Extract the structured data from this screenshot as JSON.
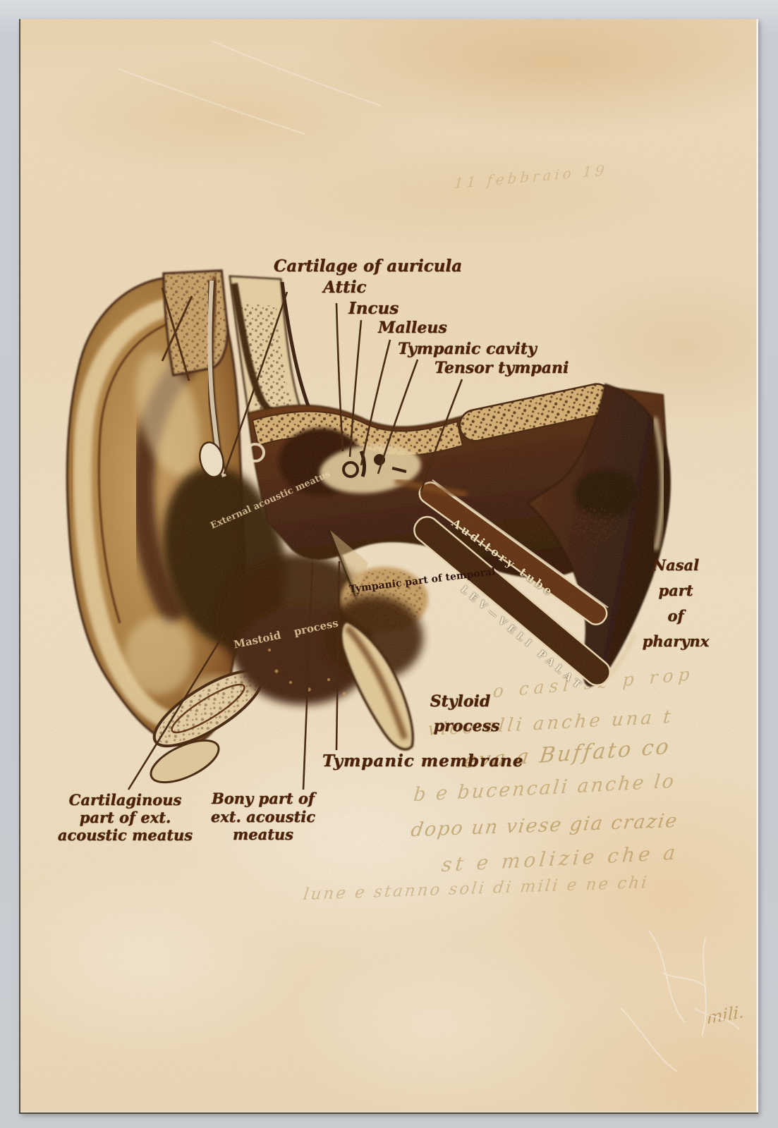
{
  "postcard": {
    "description": "Vintage sepia anatomical postcard: cross-section of the human ear over faded Italian handwriting",
    "paper_color": "#f2e2c6",
    "ink_color": "#4b2208",
    "handwriting_color": "#9c7327",
    "scan_background": "#c9cdd3"
  },
  "labels": {
    "cartilage": "Cartilage of auricula",
    "attic": "Attic",
    "incus": "Incus",
    "malleus": "Malleus",
    "tympanic_cavity": "Tympanic cavity",
    "tensor_tympani": "Tensor tympani",
    "nasal": {
      "lines": [
        "Nasal",
        "part",
        "of",
        "pharynx"
      ]
    },
    "styloid": {
      "lines": [
        "Styloid",
        "process"
      ]
    },
    "tympanic_membrane": "Tympanic membrane",
    "cartilaginous": {
      "lines": [
        "Cartilaginous",
        "part of ext.",
        "acoustic meatus"
      ]
    },
    "bony": {
      "lines": [
        "Bony part of",
        "ext. acoustic",
        "meatus"
      ]
    }
  },
  "drawing_text": {
    "external_meatus": {
      "lines": [
        "External",
        "acoustic",
        "meatus"
      ]
    },
    "mastoid": {
      "lines": [
        "Mastoid",
        "process"
      ]
    },
    "tympanic_part": {
      "lines": [
        "Tympanic",
        "part of",
        "temporal"
      ]
    },
    "auditory_tube": "Auditory tube",
    "lev_veli_palat": "LEV—VELI PALAT"
  },
  "handwriting": {
    "date_note": "11 febbraio 19",
    "line1": "o casl sz p rop",
    "line2": "vice elli anche una t",
    "line3": "eva a Buffato co",
    "line4": "b e bucencali anche lo",
    "line5": "dopo un viese gia crazie",
    "line6": "st e molizie che a",
    "line7": "lune e stanno soli di mili e ne chi",
    "signature": "mili."
  }
}
